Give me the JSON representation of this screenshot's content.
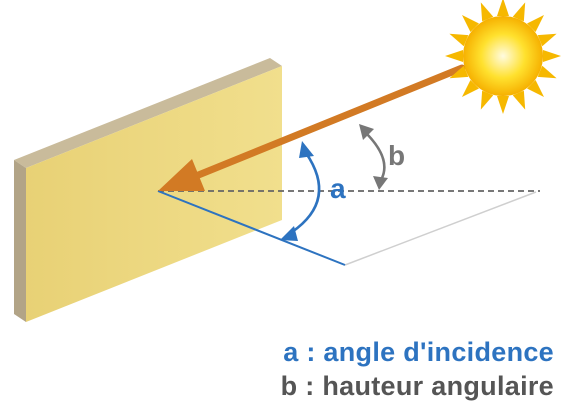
{
  "diagram": {
    "angle_a_letter": "a",
    "angle_b_letter": "b",
    "icons": [
      "sun-icon",
      "vertical-panel",
      "light-ray-arrow"
    ]
  },
  "legend": {
    "line_a": "a : angle d'incidence",
    "line_b": "b : hauteur angulaire"
  },
  "colors": {
    "panel_face": "#ecd77f",
    "panel_edge": "#b8a98a",
    "ray": "#d27a24",
    "angle_a": "#2d73c0",
    "angle_b": "#777777",
    "sun": "#f6b800",
    "legend_a": "#2d73c0",
    "legend_b": "#555555"
  }
}
